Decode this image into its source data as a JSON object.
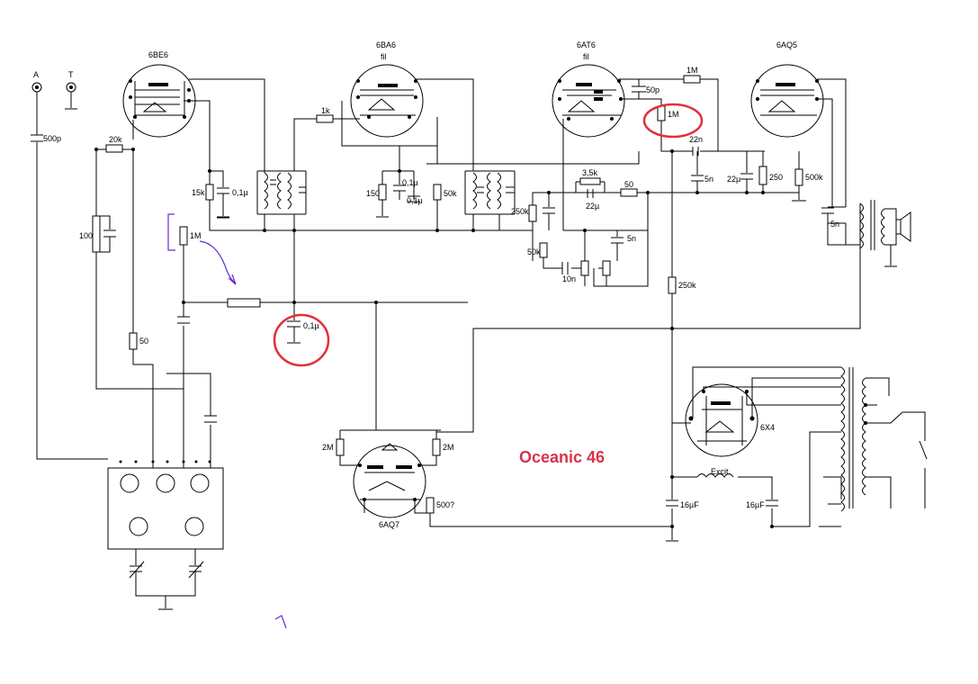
{
  "title": "Oceanic 46",
  "terminals": {
    "antenna": "A",
    "ground": "T"
  },
  "tubes": {
    "converter": "6BE6",
    "if_amp": "6BA6",
    "detector": "6AT6",
    "output": "6AQ5",
    "phase_inverter": "6AQ7",
    "rectifier": "6X4"
  },
  "pin_labels": {
    "fil_1": "fil",
    "fil_2": "fil"
  },
  "components": {
    "c_500p": "500p",
    "r_20k": "20k",
    "r_100": "100",
    "r_1M_a": "1M",
    "r_50_a": "50",
    "r_15k": "15k",
    "c_01_a": "0,1µ",
    "r_1k": "1k",
    "c_01_b": "0,1µ",
    "r_150": "150",
    "c_01_c": "0,1µ",
    "c_01_d": "0,1µ",
    "r_50k_a": "50k",
    "r_250k_a": "250k",
    "r_35k": "3,5k",
    "c_22u_a": "22µ",
    "r_50_b": "50",
    "r_50k_b": "50k",
    "c_10n": "10n",
    "c_5n_a": "5n",
    "c_50p": "50p",
    "r_1M_b": "1M",
    "r_1M_c": "1M",
    "c_22n": "22n",
    "c_5n_b": "5n",
    "c_22u_b": "22µ",
    "r_250": "250",
    "r_500k": "500k",
    "c_5n_c": "5n",
    "r_250k_b": "250k",
    "r_2M_a": "2M",
    "r_2M_b": "2M",
    "r_500": "500?",
    "choke": "Excit.",
    "c_16u_a": "16µF",
    "c_16u_b": "16µF"
  }
}
